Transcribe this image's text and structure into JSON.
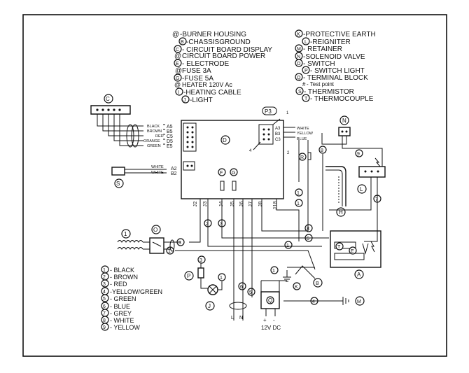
{
  "legend_letters": [
    {
      "code": "@",
      "text": "-BURNER HOUSING"
    },
    {
      "code": "B",
      "text": "-CHASSISGROUND"
    },
    {
      "code": "C",
      "text": "- CIRCUIT BOARD DISPLAY"
    },
    {
      "code": "@",
      "text": "CIRCUIT BOARD POWER"
    },
    {
      "code": "E",
      "text": "- ELECTRODE"
    },
    {
      "code": "@",
      "text": "FUSE 3A"
    },
    {
      "code": "G",
      "text": "-FUSE 5A"
    },
    {
      "code": "@",
      "text": "HEATER 120V Ac"
    },
    {
      "code": "I",
      "text": "-HEATING CABLE"
    },
    {
      "code": "J",
      "text": "-LIGHT"
    }
  ],
  "legend_letters_right": [
    {
      "code": "K",
      "text": "-PROTECTIVE EARTH"
    },
    {
      "code": "L",
      "text": "-REIGNITER"
    },
    {
      "code": "M",
      "text": "- RETAINER"
    },
    {
      "code": "N",
      "text": "-SOLENOID VALVE"
    },
    {
      "code": "O",
      "text": "- SWITCH"
    },
    {
      "code": "P",
      "text": "- SWITCH LIGHT"
    },
    {
      "code": "Q",
      "text": "- TERMINAL BLOCK"
    },
    {
      "code": "#",
      "text": "- Test point"
    },
    {
      "code": "S",
      "text": "- THERMISTOR"
    },
    {
      "code": "T",
      "text": "- THERMOCOUPLE"
    }
  ],
  "legend_numbers": [
    {
      "code": "1",
      "text": "- BLACK"
    },
    {
      "code": "2",
      "text": "- BROWN"
    },
    {
      "code": "3",
      "text": "- RED"
    },
    {
      "code": "4",
      "text": "-YELLOW/GREEN"
    },
    {
      "code": "5",
      "text": "- GREEN"
    },
    {
      "code": "6",
      "text": "- BLUE"
    },
    {
      "code": "7",
      "text": "- GREY"
    },
    {
      "code": "8",
      "text": "- WHITE"
    },
    {
      "code": "9",
      "text": "- YELLOW"
    }
  ],
  "c_wires": [
    "BLACK",
    "BROWN",
    "RED",
    "ORANGE",
    "GREEN"
  ],
  "c_pins": [
    "A5",
    "B5",
    "C5",
    "D5",
    "E5"
  ],
  "s_wires": [
    "WHITE",
    "WHITE"
  ],
  "s_pins": [
    "A2",
    "B2"
  ],
  "p3_wires": [
    "WHITE",
    "YELLOW",
    "BLUE"
  ],
  "p3_pins": [
    "A3",
    "B3",
    "C3"
  ],
  "j_pins": [
    "J2",
    "J3",
    "J4",
    "J5",
    "J6",
    "J7",
    "J8",
    "J10"
  ],
  "labels": {
    "P3": "P3",
    "D": "D",
    "C": "C",
    "S": "S",
    "N": "N",
    "L": "L",
    "H": "H",
    "R": "R",
    "F": "F",
    "G": "G",
    "O": "O",
    "P": "P",
    "J": "J",
    "Q": "Q",
    "K": "K",
    "B": "B",
    "A": "A",
    "M": "M",
    "T": "T",
    "E": "E",
    "p3_1": "1",
    "p3_2": "2",
    "p3_4": "4",
    "L_text": "L",
    "N_text": "N",
    "plus": "+",
    "minus": "-",
    "v12": "12V DC"
  }
}
